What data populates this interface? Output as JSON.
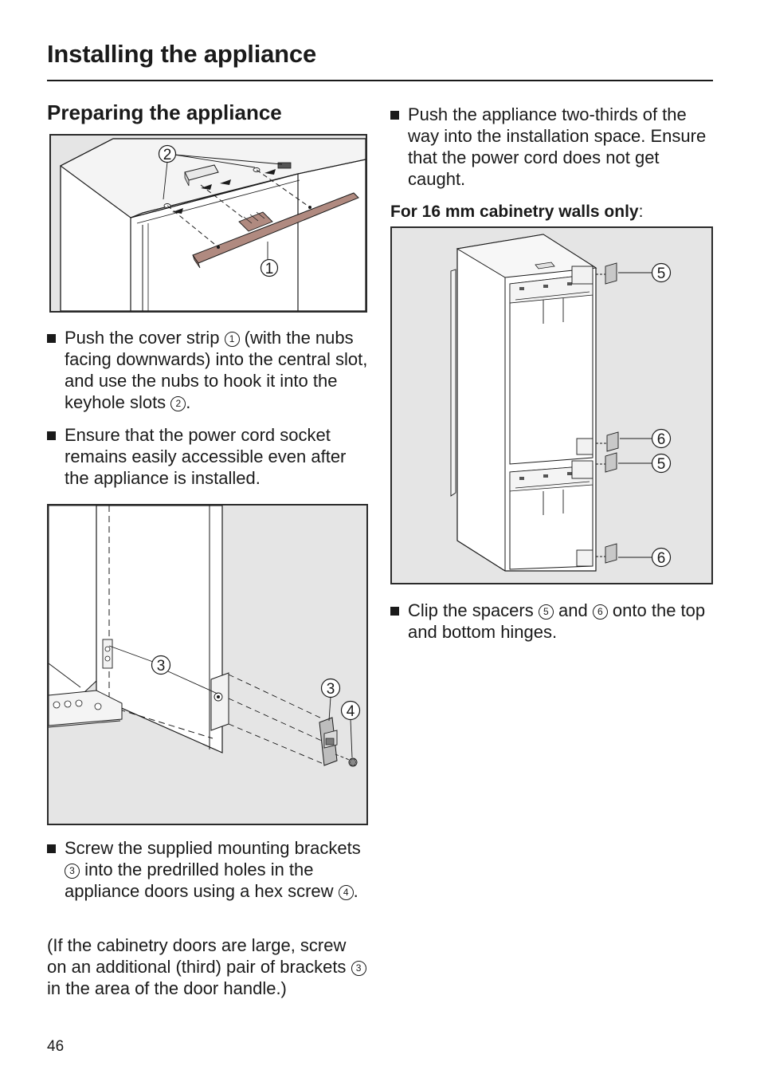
{
  "header": {
    "title": "Installing the appliance"
  },
  "section": {
    "title": "Preparing the appliance"
  },
  "left": {
    "bullet1": {
      "before": "Push the cover strip ",
      "ref1": "1",
      "middle": " (with the nubs facing downwards) into the central slot, and use the nubs to hook it into the keyhole slots ",
      "ref2": "2",
      "after": "."
    },
    "bullet2": "Ensure that the power cord socket remains easily accessible even after the appliance is installed.",
    "bullet3": {
      "before": "Screw the supplied mounting brackets ",
      "ref3": "3",
      "middle": " into the predrilled holes in the appliance doors using a hex screw ",
      "ref4": "4",
      "after": "."
    },
    "note": {
      "before": "(If the cabinetry doors are large, screw on an additional (third) pair of brackets ",
      "ref3": "3",
      "after": " in the area of the door handle.)"
    }
  },
  "right": {
    "bullet1": "Push the appliance two-thirds of the way into the installation space. Ensure that the power cord does not get caught.",
    "subheading_bold": "For 16 mm cabinetry walls only",
    "subheading_colon": ":",
    "bullet2": {
      "before": "Clip the spacers ",
      "ref5": "5",
      "middle": " and ",
      "ref6": "6",
      "after": " onto the top and bottom hinges."
    }
  },
  "figures": {
    "fig1": {
      "label1": "1",
      "label2": "2"
    },
    "fig2": {
      "label3a": "3",
      "label3b": "3",
      "label4": "4"
    },
    "fig3": {
      "label5a": "5",
      "label6a": "6",
      "label5b": "5",
      "label6b": "6"
    }
  },
  "footer": {
    "page_number": "46"
  },
  "colors": {
    "figure_bg": "#e5e5e5",
    "cover_strip": "#b08a80",
    "text": "#1a1a1a"
  }
}
